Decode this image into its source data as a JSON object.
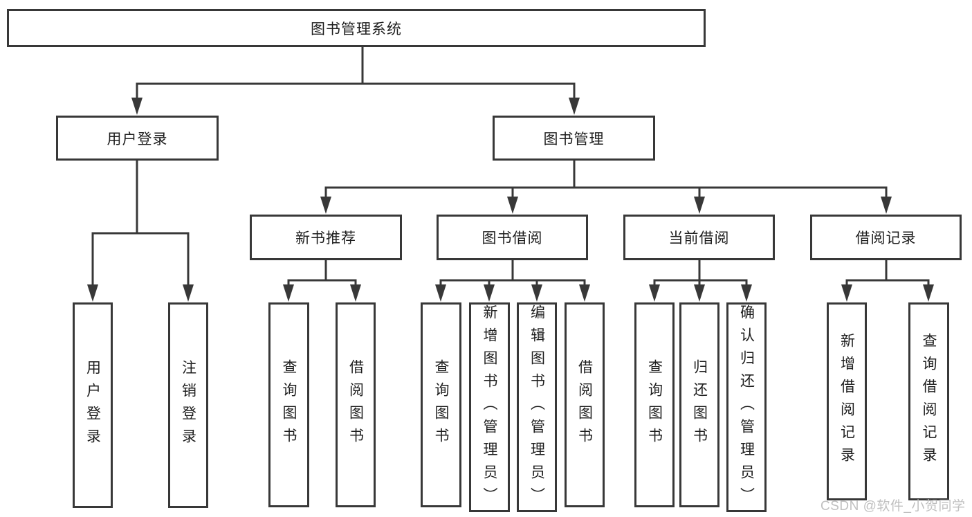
{
  "diagram": {
    "root": "图书管理系统",
    "level2": {
      "user_login": "用户登录",
      "book_mgmt": "图书管理"
    },
    "level3": {
      "new_book_rec": "新书推荐",
      "book_borrow": "图书借阅",
      "current_borrow": "当前借阅",
      "borrow_records": "借阅记录"
    },
    "leaves": {
      "user_login": "用户登录",
      "logout": "注销登录",
      "rec_query_books": "查询图书",
      "rec_borrow_books": "借阅图书",
      "bb_query_books": "查询图书",
      "bb_add_books": "新增图书（管理员）",
      "bb_edit_books": "编辑图书（管理员）",
      "bb_borrow_books": "借阅图书",
      "cb_query_books": "查询图书",
      "cb_return_books": "归还图书",
      "cb_confirm_return": "确认归还（管理员）",
      "br_add_record": "新增借阅记录",
      "br_query_record": "查询借阅记录"
    },
    "colors": {
      "line": "#383838",
      "text": "#1e1e1e",
      "watermark": "#c0c0c0"
    },
    "watermark": "CSDN @软件_小贺同学"
  }
}
